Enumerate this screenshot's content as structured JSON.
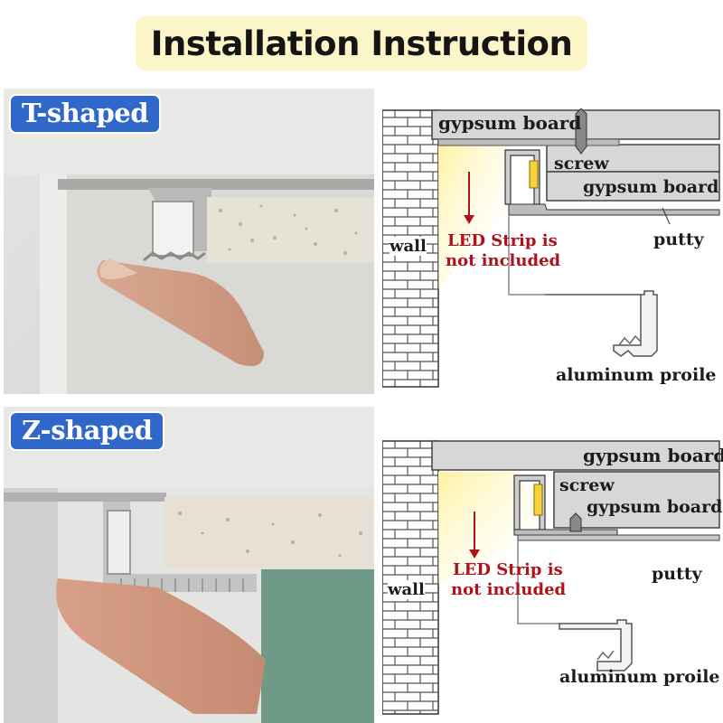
{
  "title": "Installation Instruction",
  "panels": [
    {
      "badge": "T-shaped",
      "labels": {
        "gypsum_top": "gypsum board",
        "screw": "screw",
        "gypsum_inner": "gypsum board",
        "wall": "wall",
        "led_line1": "LED Strip is",
        "led_line2": "not included",
        "putty": "putty",
        "profile": "aluminum proile"
      }
    },
    {
      "badge": "Z-shaped",
      "labels": {
        "gypsum_top": "gypsum board",
        "screw": "screw",
        "gypsum_inner": "gypsum board",
        "wall": "wall",
        "led_line1": "LED Strip is",
        "led_line2": "not included",
        "putty": "putty",
        "profile": "aluminum proile"
      }
    }
  ],
  "colors": {
    "badge_blue": "#2f68c8",
    "title_bg": "#fbf5c8",
    "led_glow": "#fff3a0",
    "warning_red": "#b0121c"
  }
}
